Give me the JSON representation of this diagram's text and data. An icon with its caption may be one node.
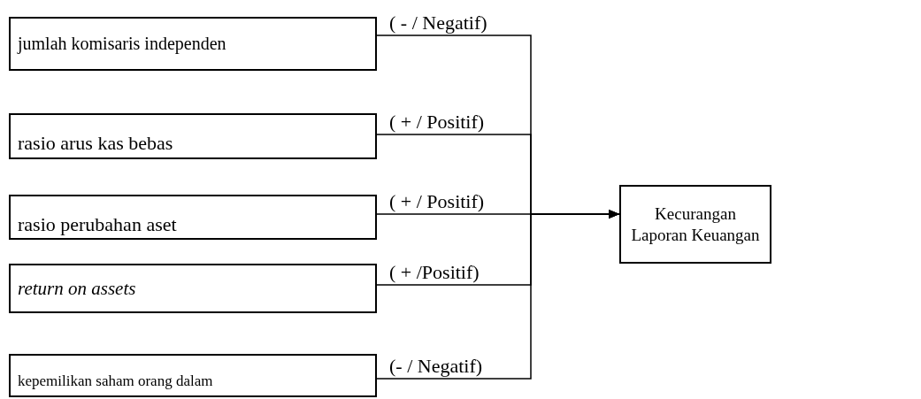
{
  "diagram": {
    "nodes": [
      {
        "text": [
          "jumlah komisaris independen"
        ]
      },
      {
        "text": [
          "rasio arus kas bebas"
        ]
      },
      {
        "text": [
          "rasio perubahan aset"
        ]
      },
      {
        "text": [
          "return on assets"
        ]
      },
      {
        "text": [
          "kepemilikan saham orang dalam"
        ]
      },
      {
        "text": [
          "Kecurangan Laporan Keuangan"
        ]
      }
    ],
    "edges": [
      {
        "from": 0,
        "to": 5,
        "arrow": "to",
        "label": "( - / Negatif)"
      },
      {
        "from": 1,
        "to": 5,
        "arrow": "to",
        "label": "( + / Positif)"
      },
      {
        "from": 2,
        "to": 5,
        "arrow": "to",
        "label": "( + / Positif)"
      },
      {
        "from": 3,
        "to": 5,
        "arrow": "to",
        "label": "( + /Positif)"
      },
      {
        "from": 4,
        "to": 5,
        "arrow": "to",
        "label": "(- / Negatif)"
      }
    ]
  }
}
